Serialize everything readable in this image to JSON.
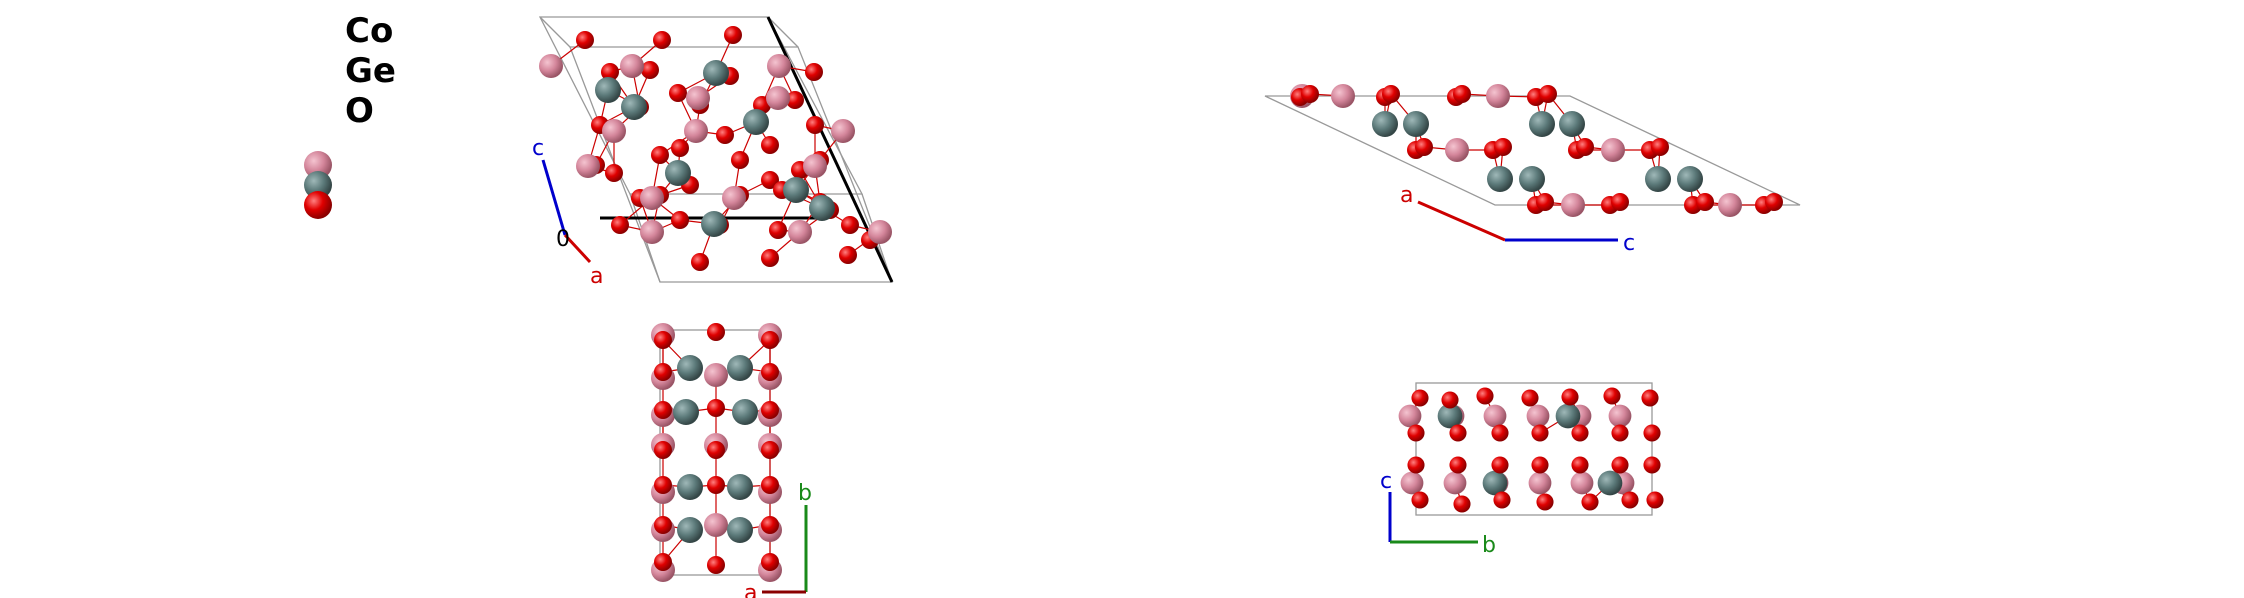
{
  "legend": {
    "elements": [
      {
        "symbol": "Co",
        "color": "#d4869b"
      },
      {
        "symbol": "Ge",
        "color": "#5c7a7a"
      },
      {
        "symbol": "O",
        "color": "#e00000"
      }
    ]
  },
  "colors": {
    "Co": "#d4869b",
    "Ge": "#5c7a7a",
    "O": "#e00000",
    "bond": "#cc0000",
    "cell": "#999999",
    "axis_a": "#cc0000",
    "axis_b": "#1a8a1a",
    "axis_c": "#0000cc",
    "origin": "#000000"
  },
  "views": {
    "perspective": {
      "axes": {
        "c": "c",
        "a": "a",
        "origin": "0"
      }
    },
    "view_ac": {
      "axes": {
        "a": "a",
        "c": "c"
      }
    },
    "view_ab": {
      "axes": {
        "b": "b",
        "a": "a"
      }
    },
    "view_cb": {
      "axes": {
        "c": "c",
        "b": "b"
      }
    }
  }
}
